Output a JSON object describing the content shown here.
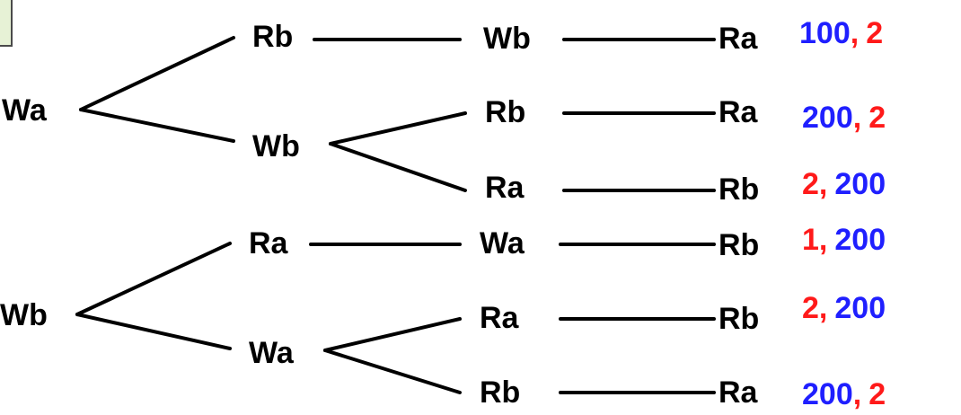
{
  "colors": {
    "blue": "#1f1fff",
    "red": "#ff1a1a",
    "line": "#000000",
    "box_fill": "#e7f2d6"
  },
  "tree": {
    "roots": [
      "Wa",
      "Wb"
    ],
    "level1": [
      "Rb",
      "Wb",
      "Ra",
      "Wa"
    ],
    "level2": [
      "Wb",
      "Rb",
      "Ra",
      "Wa",
      "Ra",
      "Rb"
    ],
    "level3": [
      "Ra",
      "Ra",
      "Rb",
      "Rb",
      "Rb",
      "Ra"
    ]
  },
  "payoffs": [
    {
      "left": "100",
      "sep": ",",
      "right": "2",
      "left_color": "blue",
      "right_color": "red"
    },
    {
      "left": "200",
      "sep": ",",
      "right": "2",
      "left_color": "blue",
      "right_color": "red"
    },
    {
      "left": "2",
      "sep": ",",
      "right": "200",
      "left_color": "red",
      "right_color": "blue"
    },
    {
      "left": "1",
      "sep": ",",
      "right": "200",
      "left_color": "red",
      "right_color": "blue"
    },
    {
      "left": "2",
      "sep": ",",
      "right": "200",
      "left_color": "red",
      "right_color": "blue"
    },
    {
      "left": "200",
      "sep": ",",
      "right": "2",
      "left_color": "blue",
      "right_color": "red"
    }
  ]
}
